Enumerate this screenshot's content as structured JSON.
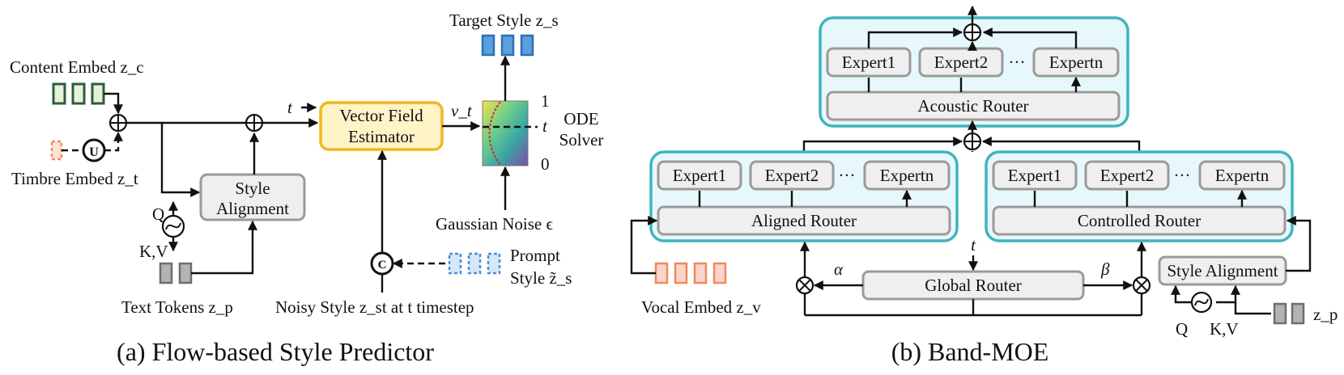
{
  "left": {
    "content_embed": "Content Embed z_c",
    "timbre_embed": "Timbre Embed z_t",
    "text_tokens": "Text Tokens z_p",
    "union_symbol": "U",
    "q": "Q",
    "kv": "K,V",
    "style_alignment_l1": "Style",
    "style_alignment_l2": "Alignment",
    "t": "t",
    "vfe_l1": "Vector Field",
    "vfe_l2": "Estimator",
    "vt": "v_t",
    "target_style": "Target Style z_s",
    "tick_1": "1",
    "tick_t": "t",
    "tick_0": "0",
    "ode_l1": "ODE",
    "ode_l2": "Solver",
    "gaussian_noise": "Gaussian Noise ϵ",
    "concat_symbol": "C",
    "prompt_l1": "Prompt",
    "prompt_l2": "Style z̃_s",
    "noisy_style": "Noisy Style z_st at t timestep"
  },
  "right": {
    "acoustic_router": "Acoustic Router",
    "aligned_router": "Aligned Router",
    "controlled_router": "Controlled Router",
    "global_router": "Global Router",
    "expert1": "Expert1",
    "expert2": "Expert2",
    "expertn": "Expertn",
    "ellipsis": "···",
    "alpha": "α",
    "beta": "β",
    "t": "t",
    "style_alignment": "Style Alignment",
    "vocal_embed": "Vocal Embed z_v",
    "zp": "z_p",
    "q": "Q",
    "kv": "K,V"
  },
  "captions": {
    "a": "(a) Flow-based Style Predictor",
    "b": "(b) Band-MOE"
  },
  "colors": {
    "teal_border": "#3fb4be",
    "teal_fill": "#e6f8fb",
    "yellow_border": "#f2b81e",
    "yellow_fill": "#fff3c8",
    "blue_token": "#4a8fd4",
    "orange_token": "#f08a5d",
    "gray_box": "#efefef",
    "green_token": "#2e5d3a"
  }
}
